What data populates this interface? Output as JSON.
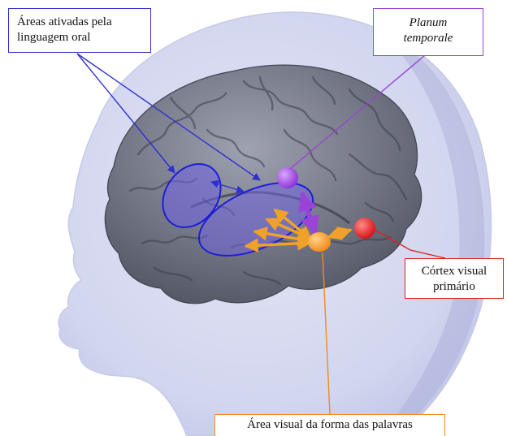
{
  "labels": {
    "oral_areas": [
      "Áreas ativadas pela",
      "linguagem oral"
    ],
    "planum_temporale": [
      "Planum",
      "temporale"
    ],
    "primary_visual_cortex": [
      "Córtex visual",
      "primário"
    ],
    "visual_word_form_area": "Área visual da forma das palavras"
  },
  "colors": {
    "oral_areas": "#2f2fd0",
    "planum_temporale": "#9a43d6",
    "primary_visual_cortex": "#e02020",
    "visual_word_form_area": "#f08c1a"
  }
}
